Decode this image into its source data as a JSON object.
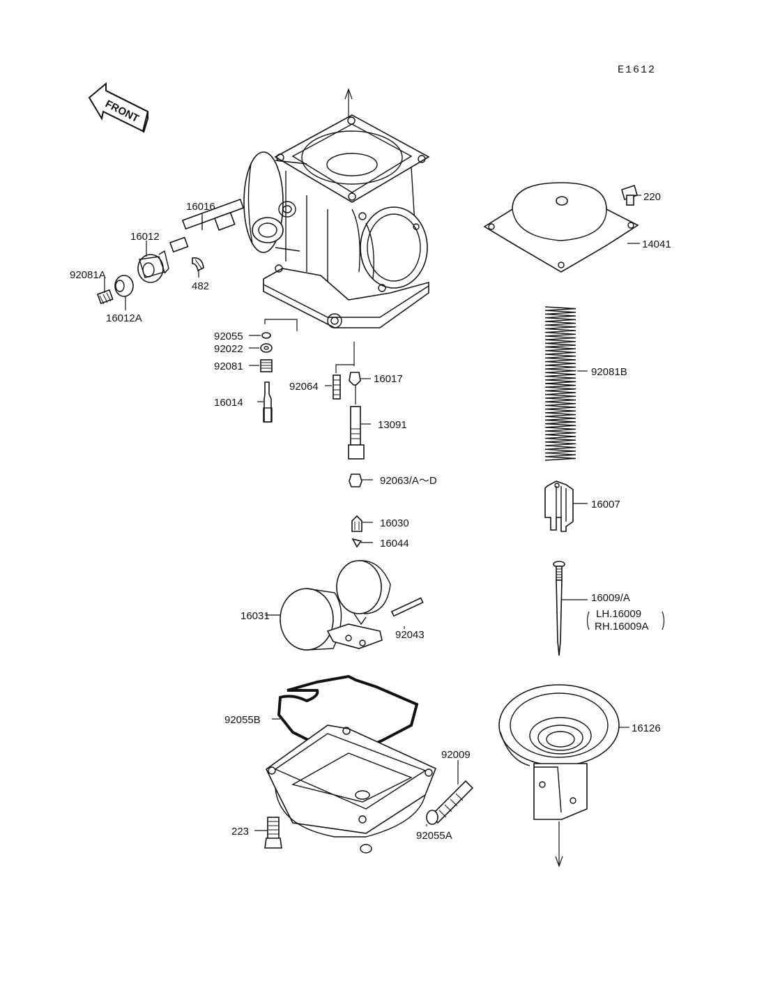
{
  "diagram_code": "E1612",
  "front_label": "FRONT",
  "labels": {
    "p16016": "16016",
    "p16012": "16012",
    "p92081A": "92081A",
    "p16012A": "16012A",
    "p482": "482",
    "p92055": "92055",
    "p92022": "92022",
    "p92081": "92081",
    "p16014": "16014",
    "p92064": "92064",
    "p16017": "16017",
    "p13091": "13091",
    "p92063": "92063/A～D",
    "p16030": "16030",
    "p16044": "16044",
    "p16031": "16031",
    "p92043": "92043",
    "p92055B": "92055B",
    "p92009": "92009",
    "p223": "223",
    "p92055A": "92055A",
    "p220": "220",
    "p14041": "14041",
    "p92081B": "92081B",
    "p16007": "16007",
    "p16009": "16009/A",
    "p16009_lh": "LH.16009",
    "p16009_rh": "RH.16009A",
    "p16126": "16126"
  }
}
